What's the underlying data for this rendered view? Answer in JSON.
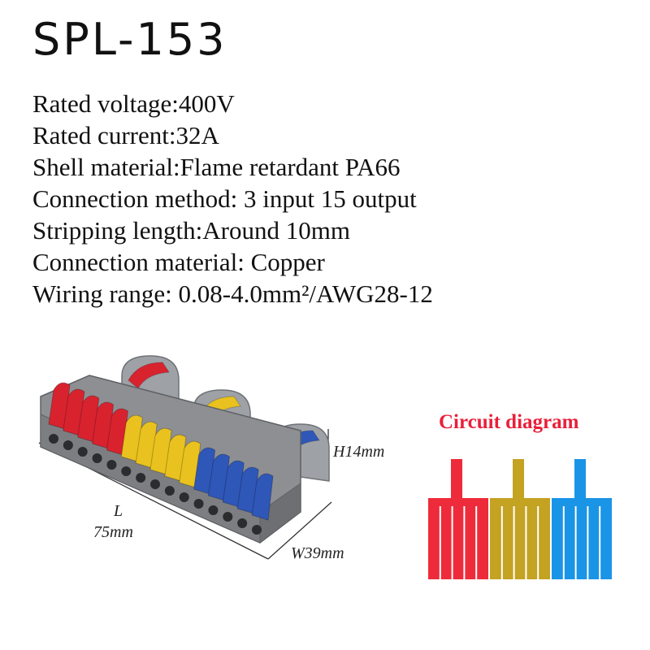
{
  "title": "SPL-153",
  "specs": [
    "Rated voltage:400V",
    "Rated current:32A",
    "Shell material:Flame retardant PA66",
    "Connection method: 3 input 15 output",
    "Stripping length:Around 10mm",
    "Connection material: Copper",
    "Wiring range: 0.08-4.0mm²/AWG28-12"
  ],
  "dimensions": {
    "height": "H14mm",
    "length_symbol": "L",
    "length_value": "75mm",
    "width": "W39mm"
  },
  "circuit": {
    "title": "Circuit diagram",
    "groups": [
      {
        "color": "#ee2b3a",
        "inputs": 1,
        "outputs": 5
      },
      {
        "color": "#c4a222",
        "inputs": 1,
        "outputs": 5
      },
      {
        "color": "#1a94e6",
        "inputs": 1,
        "outputs": 5
      }
    ]
  },
  "product": {
    "lever_colors": [
      "#d8232f",
      "#d8232f",
      "#d8232f",
      "#d8232f",
      "#d8232f",
      "#e9c21f",
      "#e9c21f",
      "#e9c21f",
      "#e9c21f",
      "#e9c21f",
      "#2f57b8",
      "#2f57b8",
      "#2f57b8",
      "#2f57b8",
      "#2f57b8"
    ],
    "input_lever_colors": [
      "#d8232f",
      "#e9c21f",
      "#2f57b8"
    ],
    "housing_color": "#8d8f93"
  }
}
